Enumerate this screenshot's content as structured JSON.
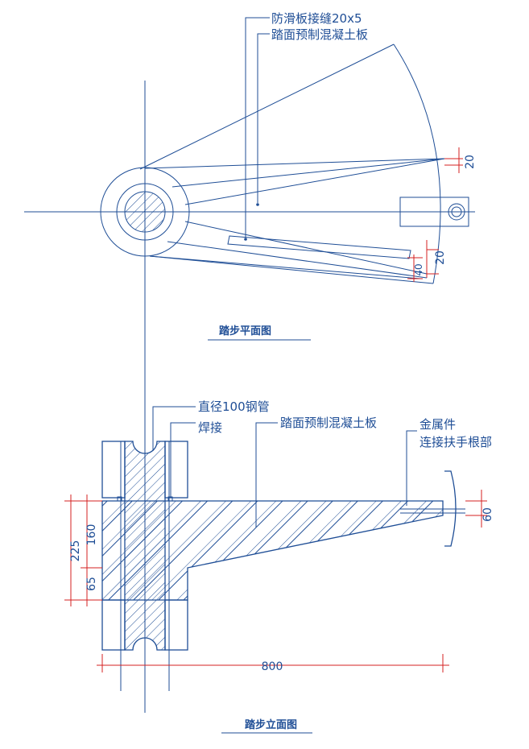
{
  "plan_view": {
    "title": "踏步平面图",
    "label_joint": "防滑板接缝20x5",
    "label_slab": "踏面预制混凝土板",
    "dim_20_top": "20",
    "dim_20_bottom": "20",
    "dim_40": "40"
  },
  "elevation_view": {
    "title": "踏步立面图",
    "label_pipe": "直径100钢管",
    "label_weld": "焊接",
    "label_slab": "踏面预制混凝土板",
    "label_metal_line1": "金属件",
    "label_metal_line2": "连接扶手根部",
    "dim_225": "225",
    "dim_160": "160",
    "dim_65": "65",
    "dim_60": "60",
    "dim_800": "800"
  },
  "colors": {
    "line": "#1f4e96",
    "dimension": "#d42020",
    "background": "#ffffff"
  }
}
